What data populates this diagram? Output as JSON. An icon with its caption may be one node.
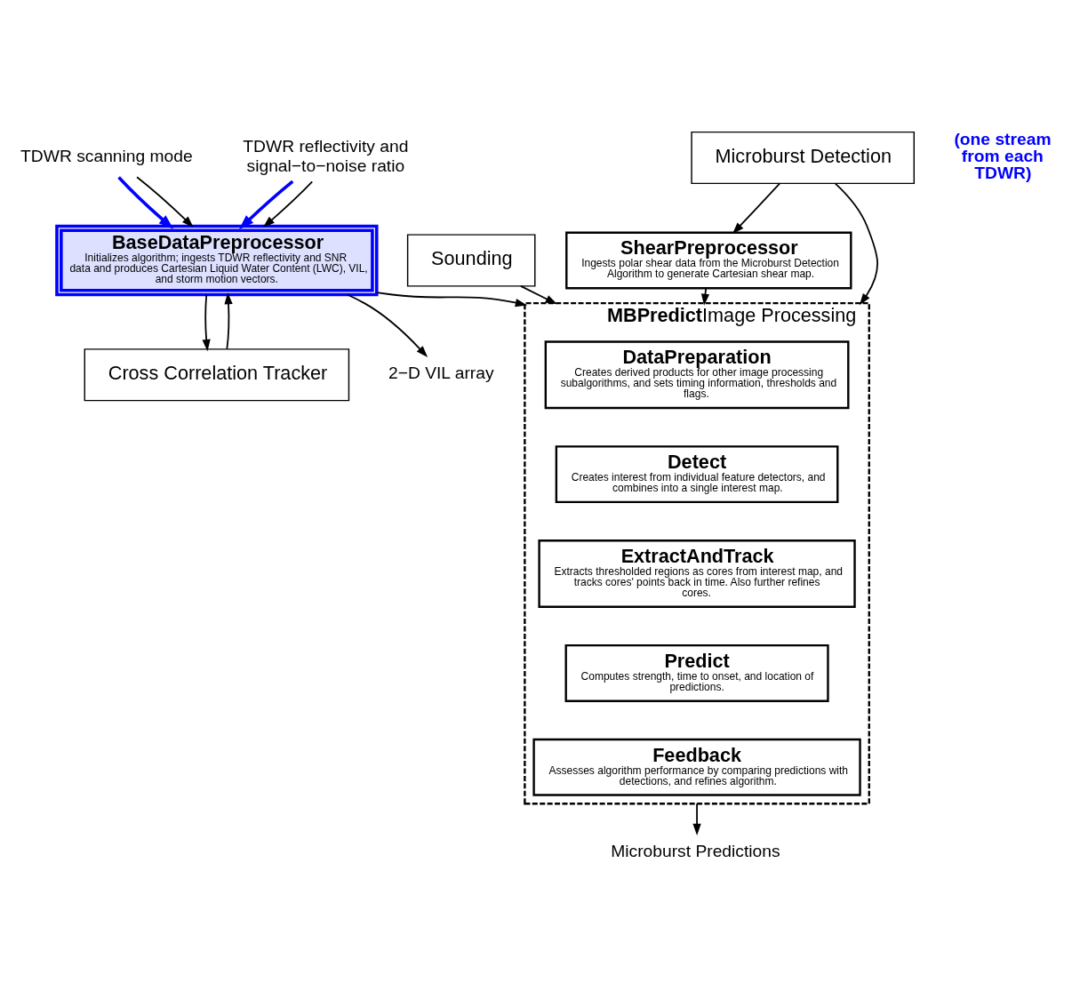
{
  "diagram": {
    "nodes": [
      {
        "text": [
          "TDWR scanning mode"
        ]
      },
      {
        "text": [
          "TDWR reflectivity and signal−to−noise ratio"
        ]
      },
      {
        "text": [
          "BaseDataPreprocessor",
          "Initializes algorithm; ingests TDWR reflectivity and SNR data and produces Cartesian Liquid Water Content (LWC), VIL, and storm motion vectors."
        ]
      },
      {
        "text": [
          "Cross Correlation Tracker"
        ]
      },
      {
        "text": [
          "Sounding"
        ]
      },
      {
        "text": [
          "Microburst Detection"
        ]
      },
      {
        "text": [
          "ShearPreprocessor",
          "Ingests polar shear data from the Microburst Detection Algorithm to generate Cartesian shear map."
        ]
      },
      {
        "text": [
          "MBPredict",
          "Image Processing"
        ]
      },
      {
        "text": [
          "DataPreparation",
          "Creates derived products for other image processing subalgorithms, and sets timing information, thresholds and flags."
        ],
        "in": 7
      },
      {
        "text": [
          "Detect",
          "Creates interest from individual feature detectors, and combines into a single interest map."
        ],
        "in": 7
      },
      {
        "text": [
          "ExtractAndTrack",
          "Extracts thresholded regions as cores from interest map, and tracks cores' points back in time. Also further refines cores."
        ],
        "in": 7
      },
      {
        "text": [
          "Predict",
          "Computes strength, time to onset, and location of predictions."
        ],
        "in": 7
      },
      {
        "text": [
          "Feedback",
          "Assesses algorithm performance by comparing predictions with detections, and refines algorithm."
        ],
        "in": 7
      },
      {
        "text": [
          "2−D VIL array"
        ]
      },
      {
        "text": [
          "Microburst Predictions"
        ]
      }
    ],
    "edges": [
      {
        "from": 0,
        "to": 2,
        "arrow": "to",
        "color": "#0000ff",
        "style": "thick"
      },
      {
        "from": 0,
        "to": 2,
        "arrow": "to"
      },
      {
        "from": 1,
        "to": 2,
        "arrow": "to",
        "color": "#0000ff",
        "style": "thick"
      },
      {
        "from": 1,
        "to": 2,
        "arrow": "to"
      },
      {
        "from": 2,
        "to": 3,
        "arrow": "to"
      },
      {
        "from": 3,
        "to": 2,
        "arrow": "to"
      },
      {
        "from": 2,
        "to": 13,
        "arrow": "to"
      },
      {
        "from": 2,
        "to": 7,
        "arrow": "to"
      },
      {
        "from": 4,
        "to": 7,
        "arrow": "to"
      },
      {
        "from": 5,
        "to": 6,
        "arrow": "to"
      },
      {
        "from": 6,
        "to": 7,
        "arrow": "to"
      },
      {
        "from": 5,
        "to": 7,
        "arrow": "to"
      },
      {
        "from": 7,
        "to": 14,
        "arrow": "to"
      }
    ],
    "labels": [
      "(one stream from each TDWR)"
    ]
  }
}
